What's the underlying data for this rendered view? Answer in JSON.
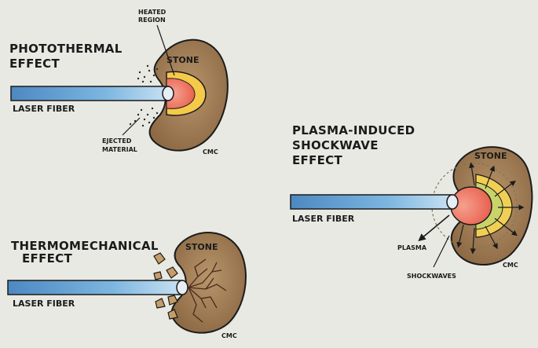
{
  "panels": {
    "photothermal": {
      "title_line1": "PHOTOTHERMAL",
      "title_line2": "EFFECT",
      "fiber_label": "LASER FIBER",
      "stone_label": "STONE",
      "heated_line1": "HEATED",
      "heated_line2": "REGION",
      "ejected_line1": "EJECTED",
      "ejected_line2": "MATERIAL",
      "signature": "CMC"
    },
    "thermomechanical": {
      "title_line1": "THERMOMECHANICAL",
      "title_line2": "EFFECT",
      "fiber_label": "LASER FIBER",
      "stone_label": "STONE",
      "signature": "CMC"
    },
    "plasma": {
      "title_line1": "PLASMA-INDUCED",
      "title_line2": "SHOCKWAVE",
      "title_line3": "EFFECT",
      "fiber_label": "LASER FIBER",
      "stone_label": "STONE",
      "plasma_label": "PLASMA",
      "shockwaves_label": "SHOCKWAVES",
      "signature": "CMC"
    }
  },
  "colors": {
    "paper": "#e9e9e3",
    "stone": "#a8855d",
    "fiber_blue": "#5f9ed0",
    "heat_core": "#f07a6c",
    "heat_ring": "#f5c94a",
    "ink": "#1b1b1b"
  }
}
